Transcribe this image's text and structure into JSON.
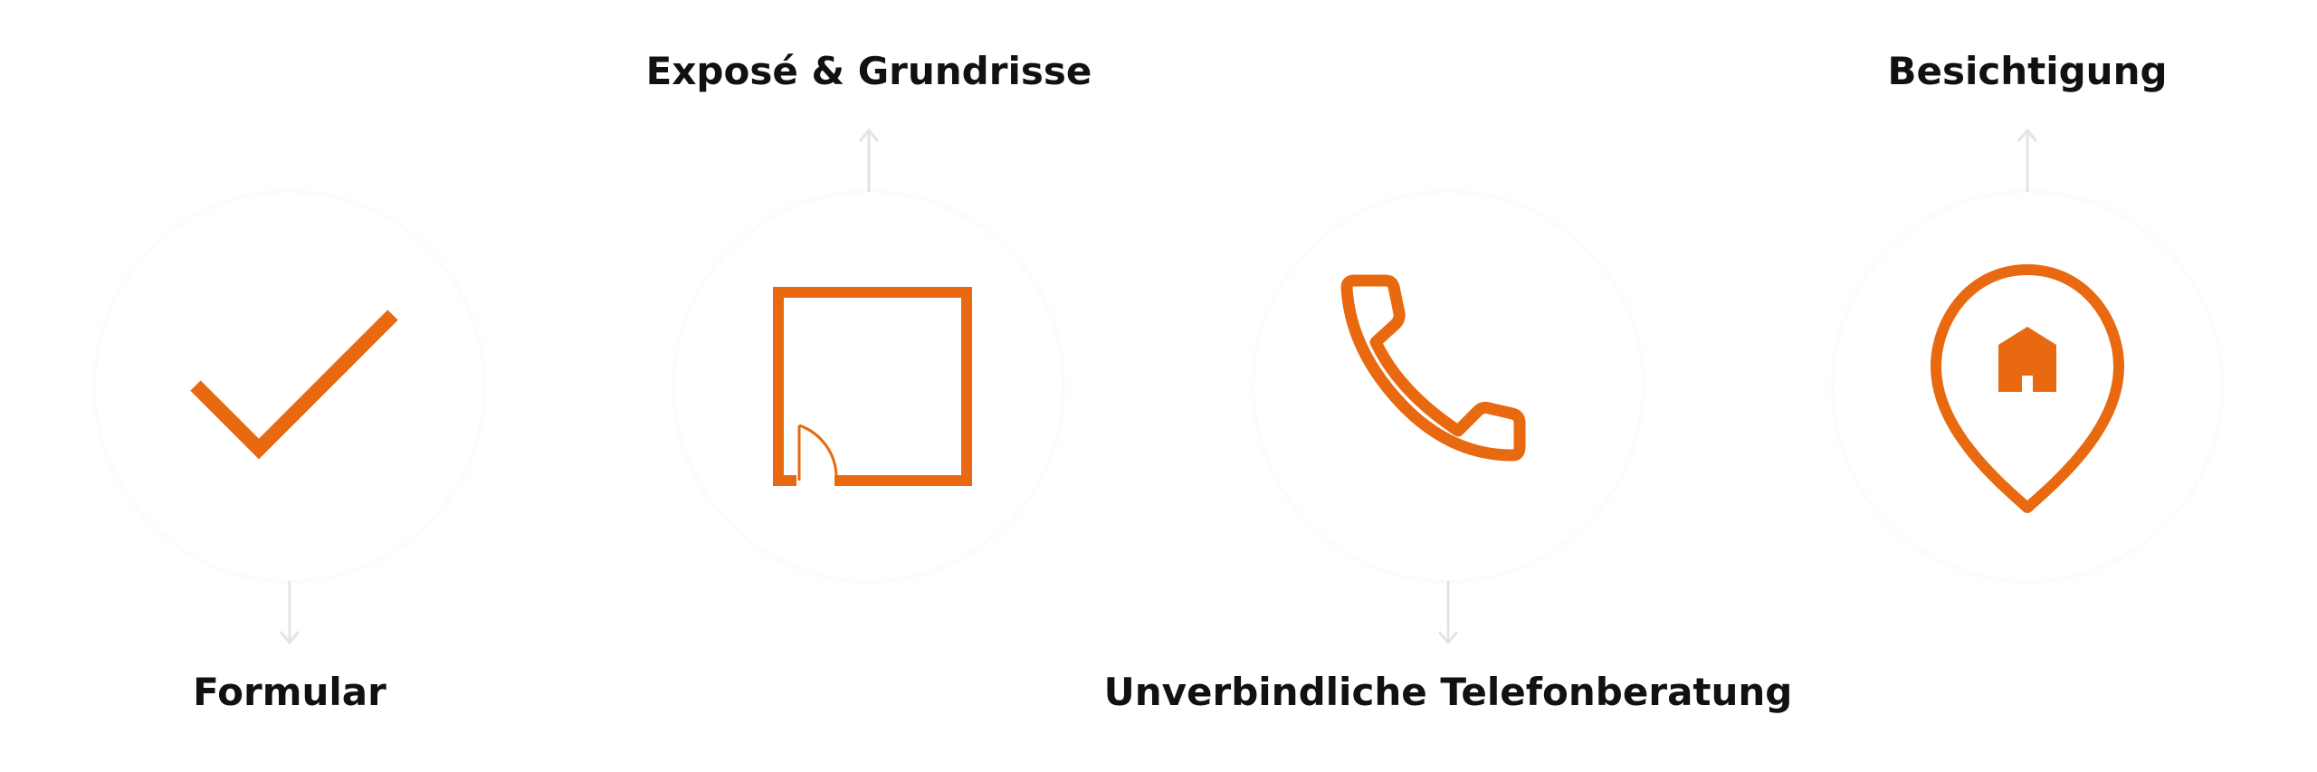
{
  "accent_color": "#e8690f",
  "steps": [
    {
      "label": "Formular",
      "icon": "checkmark-icon",
      "label_position": "bottom"
    },
    {
      "label": "Exposé & Grundrisse",
      "icon": "floor-plan-icon",
      "label_position": "top"
    },
    {
      "label": "Unverbindliche Telefonberatung",
      "icon": "phone-icon",
      "label_position": "bottom"
    },
    {
      "label": "Besichtigung",
      "icon": "home-location-pin-icon",
      "label_position": "top"
    }
  ]
}
